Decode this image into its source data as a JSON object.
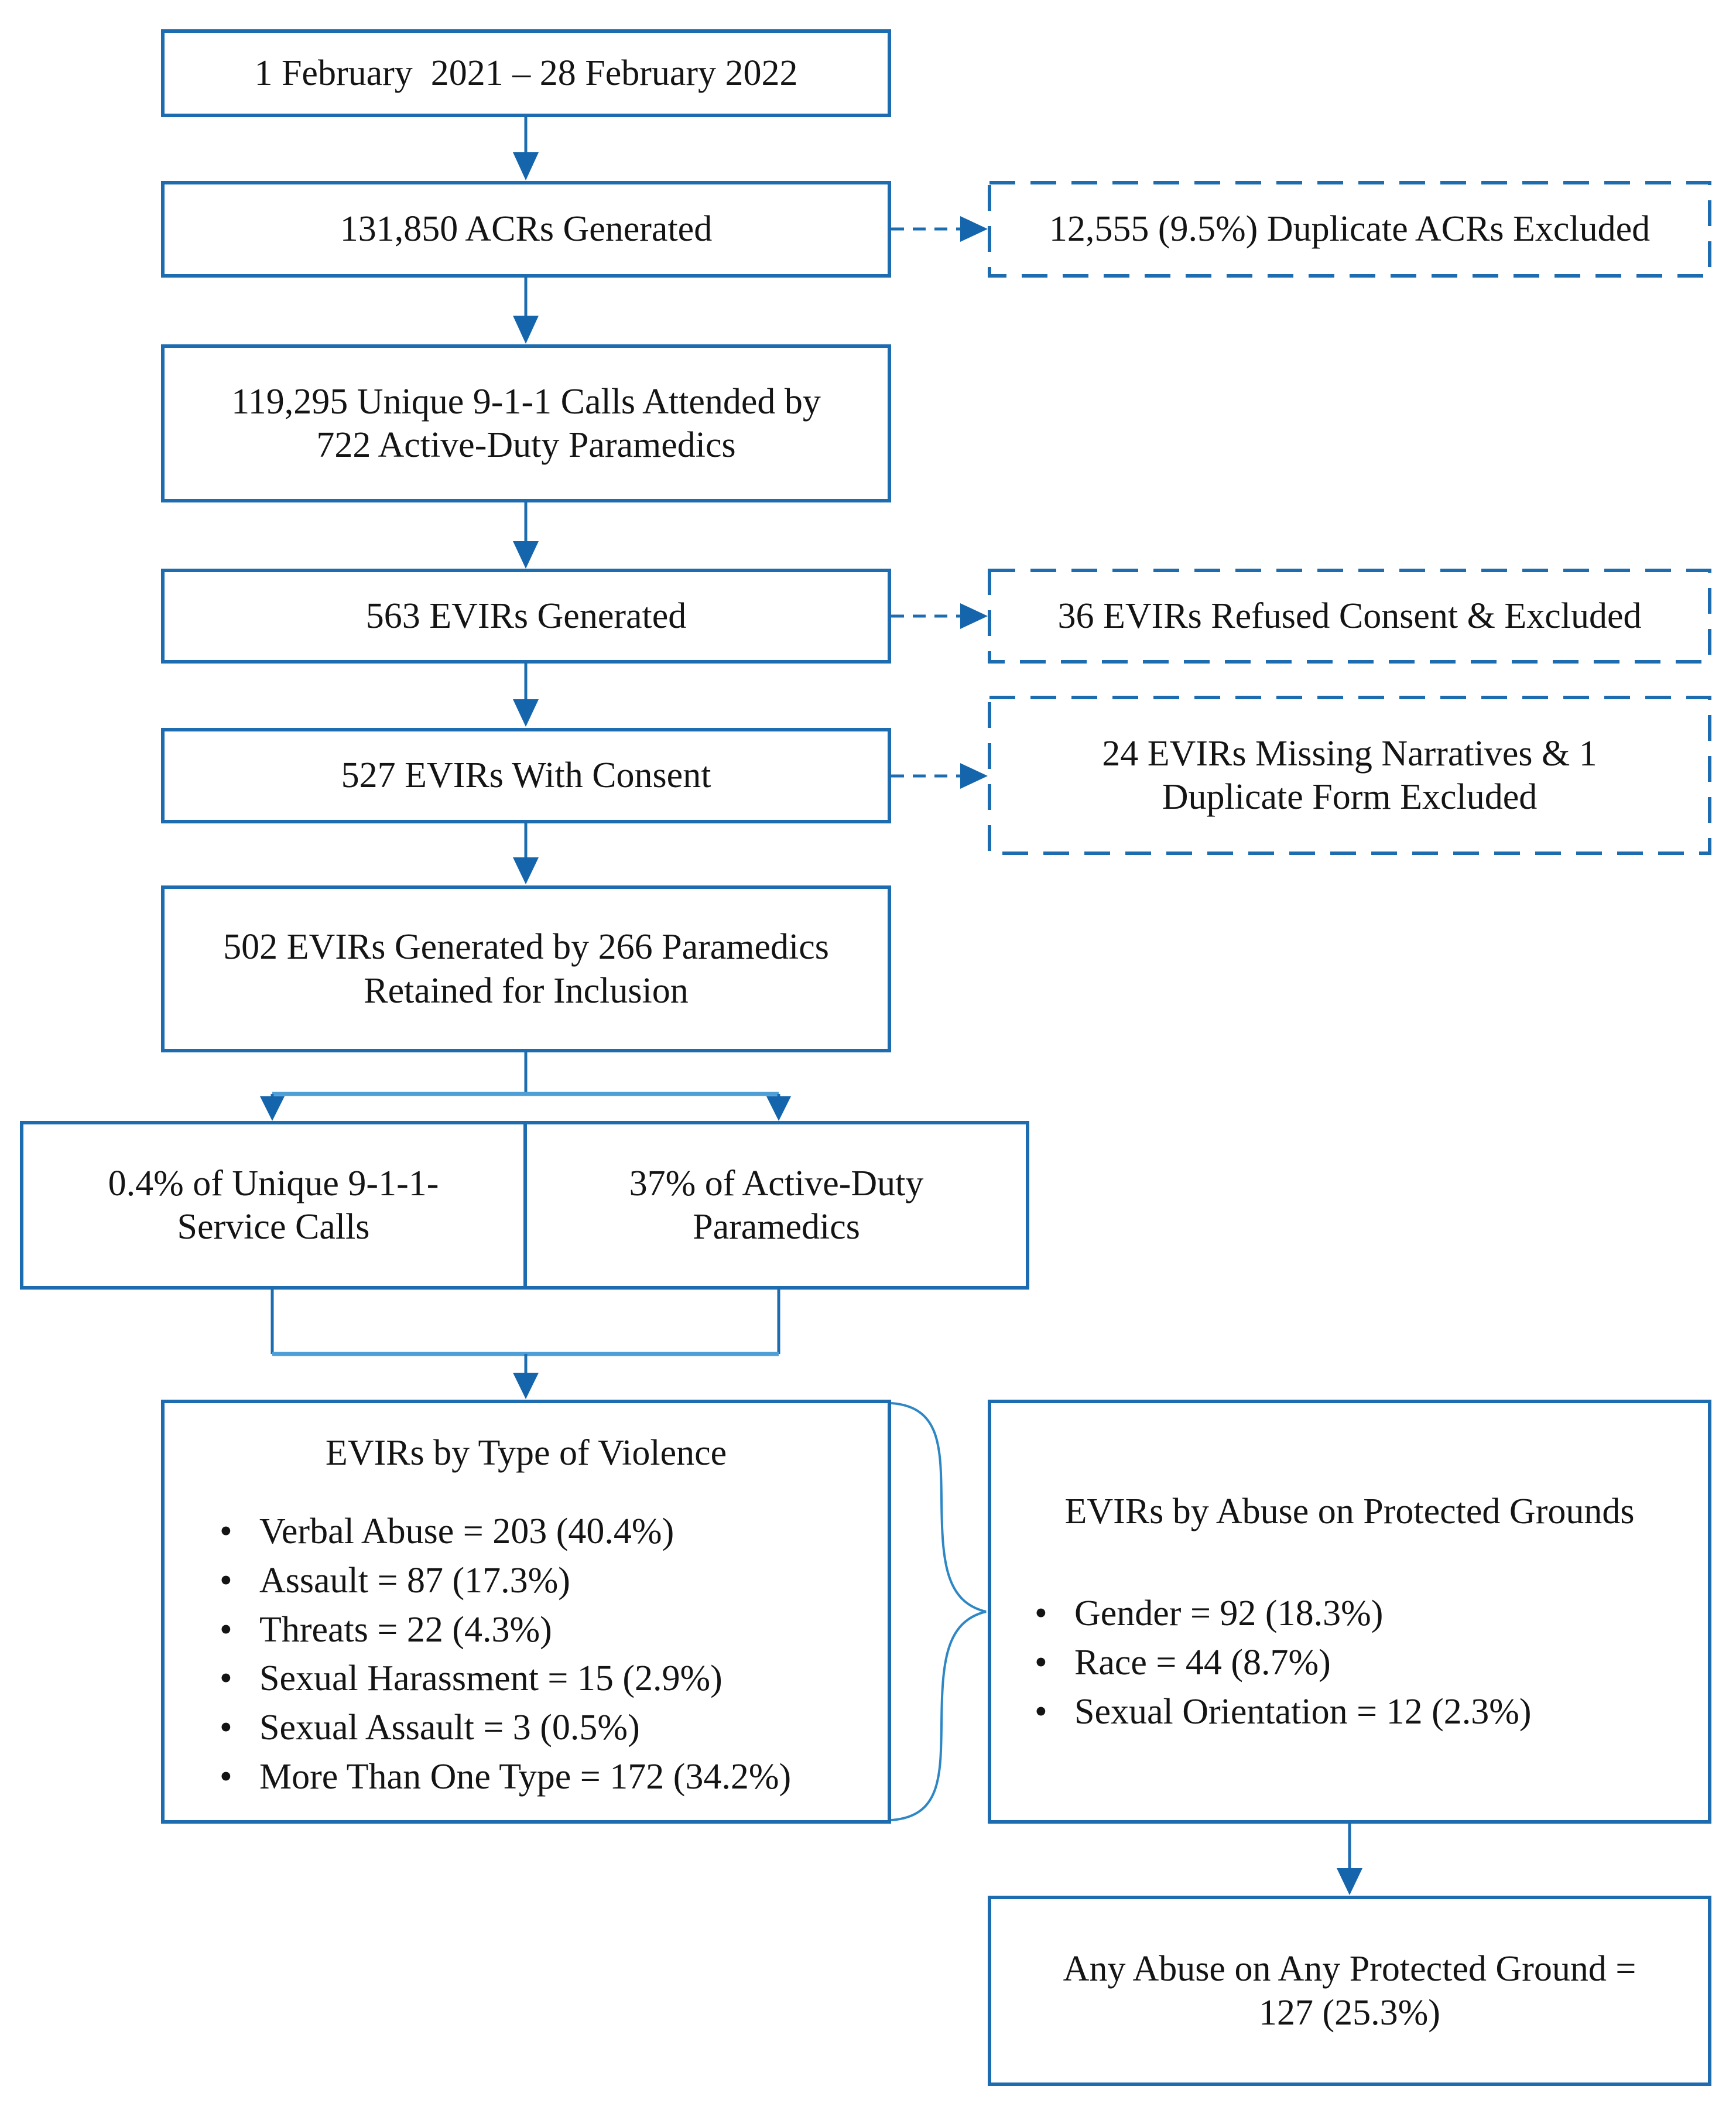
{
  "nodes": {
    "date_range": "1 February  2021 – 28 February 2022",
    "acrs_generated": "131,850 ACRs Generated",
    "duplicates_excluded": "12,555 (9.5%) Duplicate ACRs Excluded",
    "unique_calls": "119,295 Unique 9-1-1 Calls Attended by\n722 Active-Duty Paramedics",
    "evirs_generated": "563 EVIRs Generated",
    "refused_consent": "36 EVIRs Refused Consent & Excluded",
    "evirs_with_consent": "527 EVIRs With Consent",
    "missing_narratives": "24 EVIRs Missing Narratives & 1\nDuplicate Form Excluded",
    "retained": "502 EVIRs Generated by 266 Paramedics\nRetained for Inclusion",
    "pct_service_calls": "0.4% of Unique 9-1-1-\nService Calls",
    "pct_paramedics": "37% of Active-Duty\nParamedics",
    "violence": {
      "title": "EVIRs by Type of Violence",
      "items": [
        "Verbal Abuse = 203 (40.4%)",
        "Assault = 87 (17.3%)",
        "Threats = 22 (4.3%)",
        "Sexual Harassment = 15 (2.9%)",
        "Sexual Assault = 3 (0.5%)",
        "More Than One Type = 172 (34.2%)"
      ]
    },
    "protected_grounds": {
      "title": "EVIRs by Abuse on Protected Grounds",
      "items": [
        "Gender = 92 (18.3%)",
        "Race = 44 (8.7%)",
        "Sexual Orientation = 12 (2.3%)"
      ]
    },
    "any_abuse": "Any Abuse on Any Protected Ground =\n127 (25.3%)"
  },
  "colors": {
    "box_border": "#1d6cb0",
    "arrow_dark": "#1465ac",
    "connector_light": "#4d9fd6",
    "text": "#141414",
    "background": "#ffffff"
  }
}
